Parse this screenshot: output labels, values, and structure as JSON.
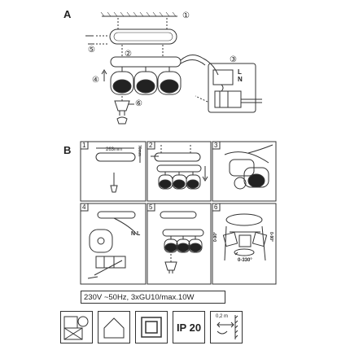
{
  "sections": [
    {
      "letter": "A"
    },
    {
      "letter": "B"
    }
  ],
  "section_a": {
    "callouts": [
      "①",
      "②",
      "③",
      "④",
      "⑤",
      "⑥"
    ],
    "wire_labels": {
      "l": "L",
      "n": "N"
    }
  },
  "section_b": {
    "steps": [
      "1",
      "2",
      "3",
      "4",
      "5",
      "6"
    ],
    "dimension_length": "263mm",
    "dimension_height": "70mm",
    "wire_label_nl": "N L",
    "rotation_label": "0-330°",
    "tilt_label_left": "0-90°",
    "tilt_label_right": "0-90°"
  },
  "specs": "230V ~50Hz, 3xGU10/max.10W",
  "symbols": [
    {
      "name": "not-for-insulation-ceiling",
      "icon": "insulation-warning-icon"
    },
    {
      "name": "indoor-use",
      "icon": "house-icon"
    },
    {
      "name": "class-ii",
      "icon": "double-square-icon"
    },
    {
      "name": "ip-rating",
      "text": "IP 20"
    },
    {
      "name": "min-distance",
      "text": "0,2 m"
    }
  ]
}
